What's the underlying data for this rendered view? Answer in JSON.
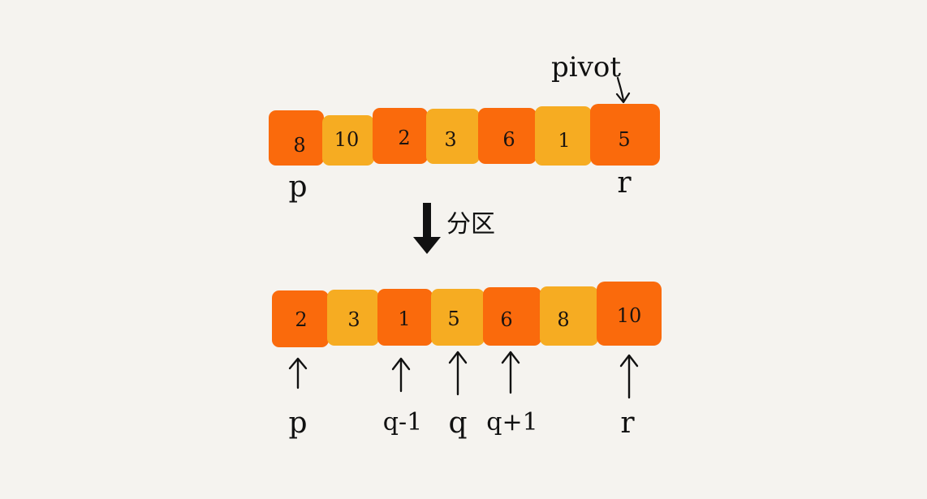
{
  "colors": {
    "background": "#f5f3ef",
    "dark_cell": "#fa6a0c",
    "light_cell": "#f6ac22",
    "ink": "#111111"
  },
  "top_row": {
    "cells": [
      {
        "value": "8",
        "shade": "dark"
      },
      {
        "value": "10",
        "shade": "light"
      },
      {
        "value": "2",
        "shade": "dark"
      },
      {
        "value": "3",
        "shade": "light"
      },
      {
        "value": "6",
        "shade": "dark"
      },
      {
        "value": "1",
        "shade": "light"
      },
      {
        "value": "5",
        "shade": "dark"
      }
    ],
    "pivot_label": "pivot",
    "left_label": "p",
    "right_label": "r"
  },
  "step": {
    "label": "分区"
  },
  "bottom_row": {
    "cells": [
      {
        "value": "2",
        "shade": "dark"
      },
      {
        "value": "3",
        "shade": "light"
      },
      {
        "value": "1",
        "shade": "dark"
      },
      {
        "value": "5",
        "shade": "light"
      },
      {
        "value": "6",
        "shade": "dark"
      },
      {
        "value": "8",
        "shade": "light"
      },
      {
        "value": "10",
        "shade": "dark"
      }
    ],
    "pointers": [
      {
        "label": "p"
      },
      {
        "label": "q-1"
      },
      {
        "label": "q"
      },
      {
        "label": "q+1"
      },
      {
        "label": "r"
      }
    ]
  }
}
